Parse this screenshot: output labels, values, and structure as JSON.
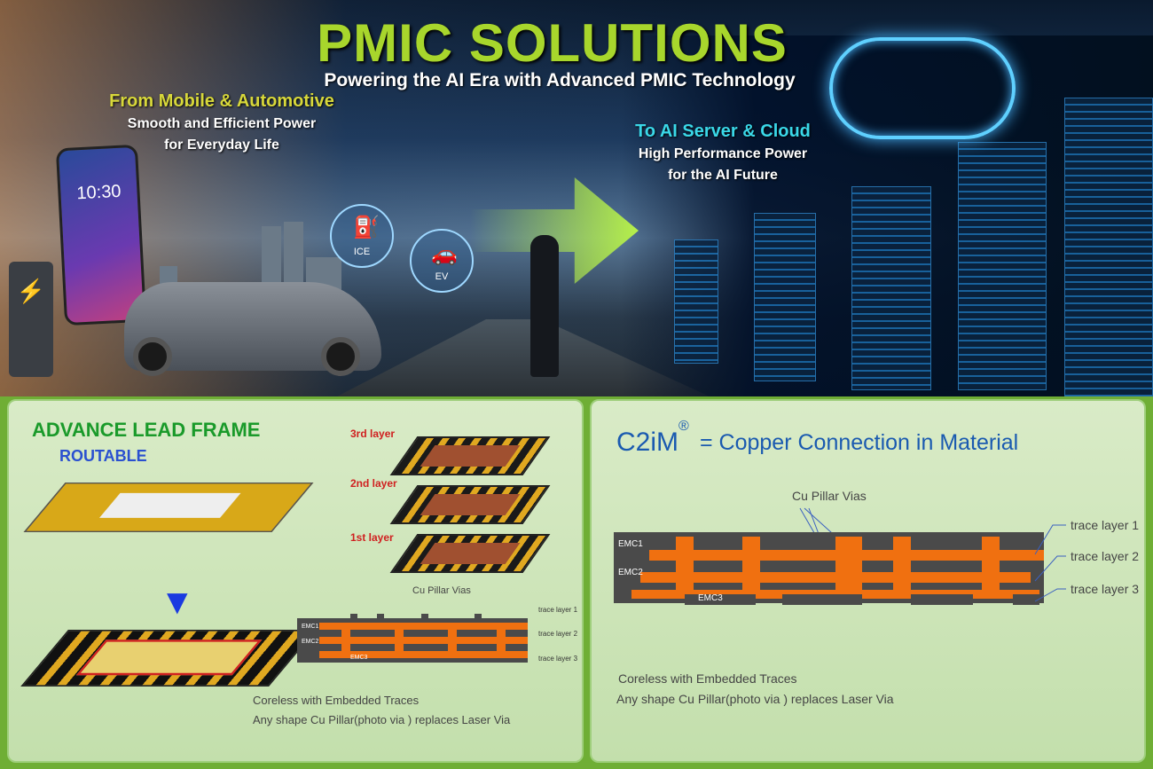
{
  "header": {
    "title": "PMIC SOLUTIONS",
    "subtitle": "Powering the AI Era with Advanced PMIC Technology"
  },
  "left_banner": {
    "heading": "From Mobile & Automotive",
    "line1": "Smooth and Efficient Power",
    "line2": "for Everyday Life",
    "phone_time": "10:30",
    "icons": [
      {
        "name": "fuel-pump-icon",
        "label": "ICE"
      },
      {
        "name": "car-icon",
        "label": "EV"
      }
    ]
  },
  "right_banner": {
    "heading": "To AI Server & Cloud",
    "line1": "High Performance Power",
    "line2": "for the AI Future"
  },
  "colors": {
    "title": "#a8d62c",
    "left_heading": "#d8d83a",
    "right_heading": "#3ad8e8",
    "copper": "#f07010",
    "emc": "#4a4a4a"
  },
  "left_panel": {
    "title": "ADVANCE LEAD FRAME",
    "subtitle": "ROUTABLE",
    "layers": [
      "3rd layer",
      "2nd layer",
      "1st layer"
    ],
    "cross_section": {
      "vias_label": "Cu Pillar Vias",
      "emc": [
        "EMC1",
        "EMC2",
        "EMC3"
      ],
      "traces": [
        "trace layer 1",
        "trace layer 2",
        "trace layer 3"
      ]
    },
    "notes": [
      "Coreless with Embedded Traces",
      "Any shape Cu Pillar(photo via ) replaces Laser Via"
    ]
  },
  "right_panel": {
    "brand": "C2iM",
    "reg": "®",
    "title": "= Copper Connection in Material",
    "cross_section": {
      "vias_label": "Cu Pillar Vias",
      "emc": [
        "EMC1",
        "EMC2",
        "EMC3"
      ],
      "traces": [
        "trace layer 1",
        "trace layer 2",
        "trace layer 3"
      ]
    },
    "notes": [
      "Coreless with Embedded Traces",
      "Any shape Cu Pillar(photo via ) replaces Laser Via"
    ]
  }
}
